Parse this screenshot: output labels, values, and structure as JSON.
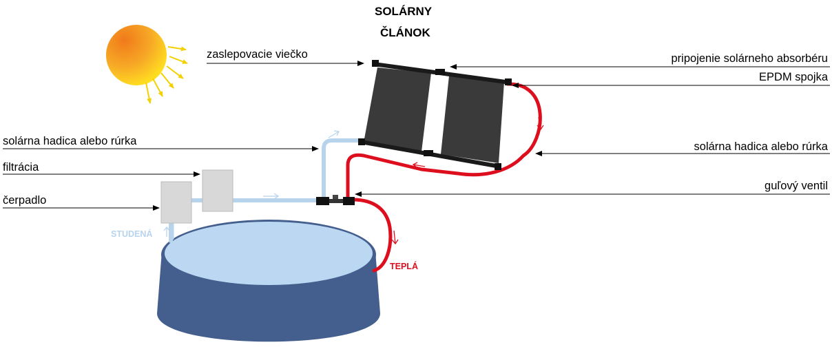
{
  "title": {
    "line1": "SOLÁRNY",
    "line2": "ČLÁNOK"
  },
  "labels": {
    "cap": "zaslepovacie viečko",
    "absorber_connection": "pripojenie solárneho absorbéru",
    "epdm": "EPDM spojka",
    "hose_left": "solárna hadica alebo rúrka",
    "hose_right": "solárna hadica alebo rúrka",
    "filtration": "filtrácia",
    "ball_valve": "guľový ventil",
    "pump": "čerpadlo"
  },
  "flow": {
    "cold": "STUDENÁ",
    "warm": "TEPLÁ"
  },
  "colors": {
    "cold_pipe": "#b8d4ec",
    "warm_pipe": "#dd0f1e",
    "pool_wall": "#445f8e",
    "pool_water": "#bcd7f2",
    "panel": "#3a3a3a",
    "sun": "#f5a623",
    "sun_rays": "#f4d000",
    "box": "#d8d8d8"
  },
  "icons": [
    "sun-icon",
    "arrow-icon"
  ]
}
